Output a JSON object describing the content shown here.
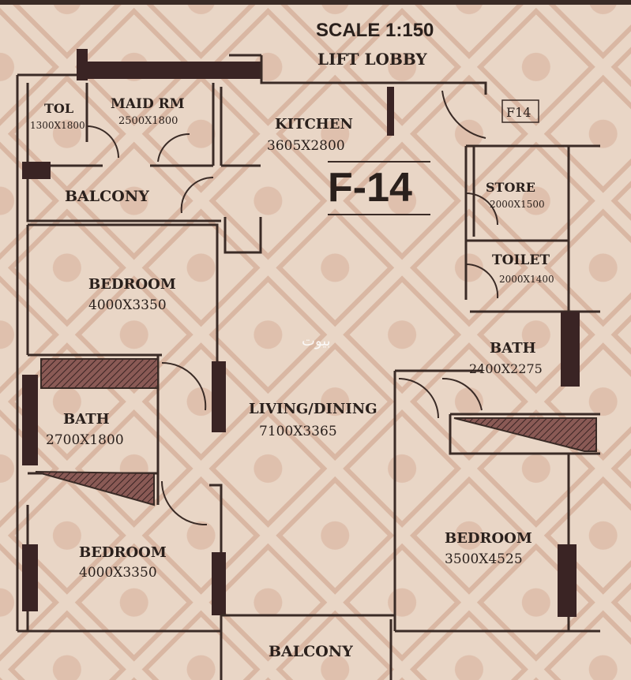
{
  "scale": "SCALE 1:150",
  "lift_lobby": "LIFT LOBBY",
  "unit_title": "F-14",
  "unit_tag": "F14",
  "watermark": "بيوت",
  "rooms": {
    "toilet_small": {
      "name": "TOL",
      "size": "1300X1800"
    },
    "maid_room": {
      "name": "MAID RM",
      "size": "2500X1800"
    },
    "kitchen": {
      "name": "KITCHEN",
      "size": "3605X2800"
    },
    "balcony_top": {
      "name": "BALCONY"
    },
    "store": {
      "name": "STORE",
      "size": "2000X1500"
    },
    "toilet": {
      "name": "TOILET",
      "size": "2000X1400"
    },
    "bedroom_1": {
      "name": "BEDROOM",
      "size": "4000X3350"
    },
    "bath_right": {
      "name": "BATH",
      "size": "2400X2275"
    },
    "bath_left": {
      "name": "BATH",
      "size": "2700X1800"
    },
    "living_dining": {
      "name": "LIVING/DINING",
      "size": "7100X3365"
    },
    "bedroom_2": {
      "name": "BEDROOM",
      "size": "4000X3350"
    },
    "bedroom_3": {
      "name": "BEDROOM",
      "size": "3500X4525"
    },
    "balcony_bottom": {
      "name": "BALCONY"
    }
  },
  "colors": {
    "paper": "#e9d6c6",
    "wall": "#3a2b26",
    "wall_fill": "#3a2424",
    "pattern": "#d9b7a3"
  }
}
